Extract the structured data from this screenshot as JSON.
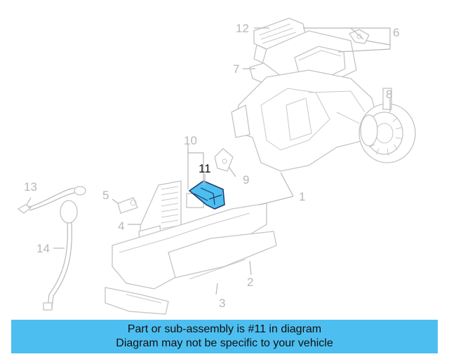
{
  "diagram": {
    "highlight_color": "#4dbef0",
    "highlighted_part": "11",
    "callouts": {
      "p1": "1",
      "p2": "2",
      "p3": "3",
      "p4": "4",
      "p5": "5",
      "p6": "6",
      "p7": "7",
      "p8": "8",
      "p9": "9",
      "p10": "10",
      "p11": "11",
      "p12": "12",
      "p13": "13",
      "p14": "14"
    }
  },
  "banner": {
    "line1": "Part or sub-assembly is #11 in diagram",
    "line2": "Diagram may not be specific to your vehicle",
    "color": "#4dbef0"
  }
}
